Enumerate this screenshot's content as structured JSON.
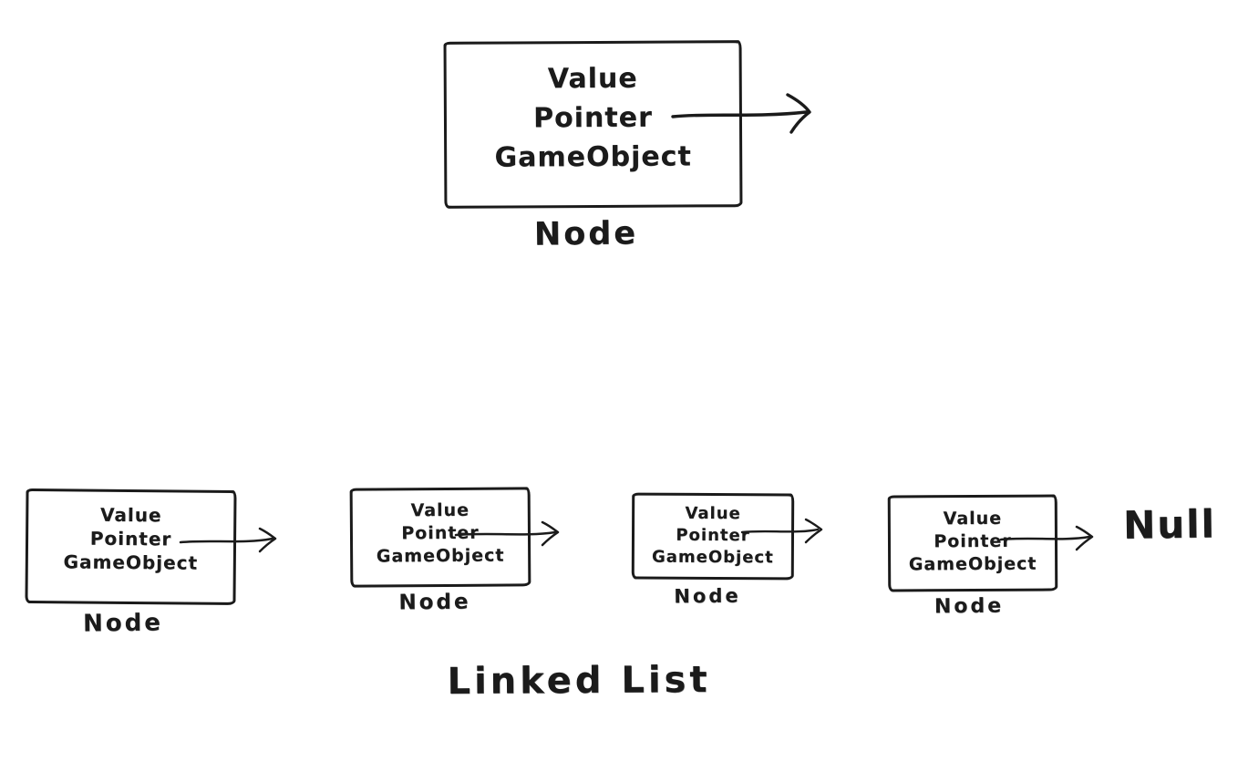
{
  "diagram": {
    "background": "#ffffff",
    "ink": "#1b1b1b"
  },
  "node_diagram": {
    "fields": [
      "Value",
      "Pointer",
      "GameObject"
    ],
    "label": "Node",
    "pointer_arrow": "right-arrow"
  },
  "linked_list": {
    "title": "Linked List",
    "terminator": "Null",
    "nodes": [
      {
        "fields": [
          "Value",
          "Pointer",
          "GameObject"
        ],
        "label": "Node"
      },
      {
        "fields": [
          "Value",
          "Pointer",
          "GameObject"
        ],
        "label": "Node"
      },
      {
        "fields": [
          "Value",
          "Pointer",
          "GameObject"
        ],
        "label": "Node"
      },
      {
        "fields": [
          "Value",
          "Pointer",
          "GameObject"
        ],
        "label": "Node"
      }
    ]
  }
}
